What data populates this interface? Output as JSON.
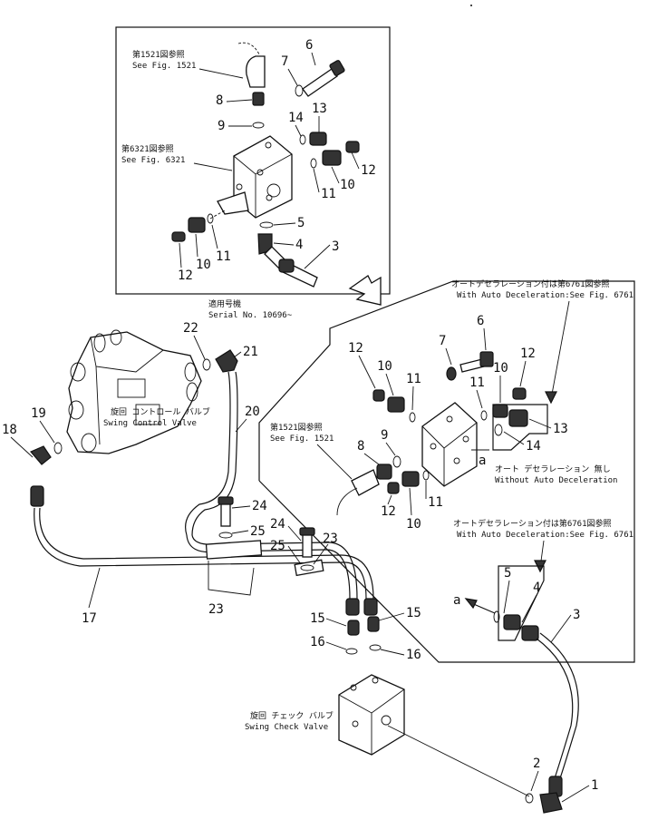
{
  "callouts": {
    "inset_see_1521_jp": "第1521図参照",
    "inset_see_1521_en": "See Fig. 1521",
    "inset_see_6321_jp": "第6321図参照",
    "inset_see_6321_en": "See Fig. 6321",
    "serial_jp": "適用号機",
    "serial_en": "Serial No. 10696~",
    "auto_decel_top_jp": "オートデセラレーション付は第6761図参照",
    "auto_decel_top_en": "With Auto Deceleration:See Fig. 6761",
    "without_auto_jp": "オート デセラレーション 無し",
    "without_auto_en": "Without Auto Deceleration",
    "main_see_1521_jp": "第1521図参照",
    "main_see_1521_en": "See Fig. 1521",
    "auto_decel_low_jp": "オートデセラレーション付は第6761図参照",
    "auto_decel_low_en": "With Auto Deceleration:See Fig. 6761",
    "swing_control_jp": "旋回 コントロール バルブ",
    "swing_control_en": "Swing Control Valve",
    "swing_check_jp": "旋回 チェック バルブ",
    "swing_check_en": "Swing Check Valve",
    "letter_a": "a"
  },
  "part_numbers": {
    "inset": [
      "6",
      "7",
      "8",
      "9",
      "13",
      "14",
      "12",
      "10",
      "11",
      "5",
      "4",
      "3",
      "11",
      "10",
      "12"
    ],
    "main": [
      "12",
      "10",
      "11",
      "7",
      "6",
      "12",
      "10",
      "11",
      "9",
      "8",
      "13",
      "14",
      "11",
      "10",
      "12",
      "5",
      "4",
      "3",
      "2",
      "1",
      "22",
      "21",
      "20",
      "19",
      "18",
      "17",
      "24",
      "25",
      "24",
      "25",
      "23",
      "23",
      "15",
      "15",
      "16",
      "16"
    ]
  }
}
